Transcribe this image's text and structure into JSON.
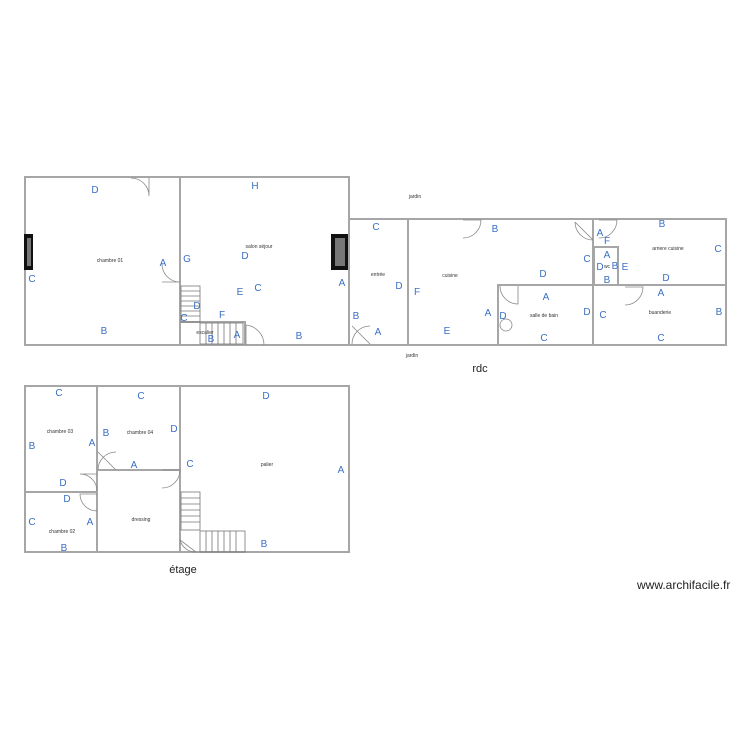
{
  "levels": {
    "ground": "rdc",
    "upper": "étage"
  },
  "watermark": "www.archifacile.fr",
  "colors": {
    "wall": "#a6a6a6",
    "wall_letter": "#3a6fc4",
    "text": "#333333",
    "fireplace": "#111111"
  },
  "rdc": {
    "rooms": [
      {
        "id": "chambre-01",
        "name": "chambre 01"
      },
      {
        "id": "salon-sejour",
        "name": "salon séjour"
      },
      {
        "id": "escalier",
        "name": "escalier"
      },
      {
        "id": "entree",
        "name": "entrée"
      },
      {
        "id": "cuisine",
        "name": "cuisine"
      },
      {
        "id": "salle-de-bain",
        "name": "salle de bain"
      },
      {
        "id": "arriere-cuisine",
        "name": "arriere cuisine"
      },
      {
        "id": "wc",
        "name": "wc"
      },
      {
        "id": "buanderie",
        "name": "buanderie"
      }
    ],
    "outdoor": [
      {
        "id": "jardin-north",
        "name": "jardin"
      },
      {
        "id": "jardin-south",
        "name": "jardin"
      }
    ]
  },
  "etage": {
    "rooms": [
      {
        "id": "chambre-03",
        "name": "chambre 03"
      },
      {
        "id": "chambre-04",
        "name": "chambre 04"
      },
      {
        "id": "palier",
        "name": "palier"
      },
      {
        "id": "chambre-02",
        "name": "chambre 02"
      },
      {
        "id": "dressing",
        "name": "dressing"
      }
    ]
  },
  "wall_letters": [
    "D",
    "C",
    "A",
    "B",
    "H",
    "G",
    "D",
    "E",
    "C",
    "D",
    "C",
    "F",
    "B",
    "A",
    "B",
    "A",
    "C",
    "B",
    "A",
    "D",
    "B",
    "C",
    "A",
    "D",
    "A",
    "E",
    "F",
    "D",
    "C",
    "B",
    "C",
    "A",
    "F",
    "D",
    "B",
    "E",
    "D",
    "A",
    "B",
    "C",
    "D",
    "C",
    "A",
    "B",
    "C",
    "B",
    "A",
    "D",
    "C",
    "B",
    "D",
    "A",
    "D",
    "C",
    "A",
    "B",
    "D",
    "C",
    "A",
    "B"
  ]
}
